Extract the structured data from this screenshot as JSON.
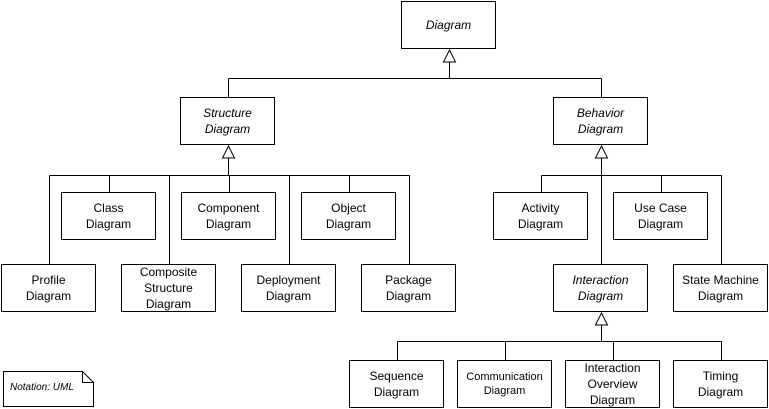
{
  "nodes": {
    "diagram": {
      "lines": [
        "Diagram"
      ],
      "abstract": true
    },
    "structure": {
      "lines": [
        "Structure",
        "Diagram"
      ],
      "abstract": true
    },
    "behavior": {
      "lines": [
        "Behavior",
        "Diagram"
      ],
      "abstract": true
    },
    "class": {
      "lines": [
        "Class",
        "Diagram"
      ],
      "abstract": false
    },
    "component": {
      "lines": [
        "Component",
        "Diagram"
      ],
      "abstract": false
    },
    "object": {
      "lines": [
        "Object",
        "Diagram"
      ],
      "abstract": false
    },
    "profile": {
      "lines": [
        "Profile",
        "Diagram"
      ],
      "abstract": false
    },
    "composite": {
      "lines": [
        "Composite",
        "Structure",
        "Diagram"
      ],
      "abstract": false
    },
    "deployment": {
      "lines": [
        "Deployment",
        "Diagram"
      ],
      "abstract": false
    },
    "package": {
      "lines": [
        "Package",
        "Diagram"
      ],
      "abstract": false
    },
    "activity": {
      "lines": [
        "Activity",
        "Diagram"
      ],
      "abstract": false
    },
    "usecase": {
      "lines": [
        "Use Case",
        "Diagram"
      ],
      "abstract": false
    },
    "interaction": {
      "lines": [
        "Interaction",
        "Diagram"
      ],
      "abstract": true
    },
    "statemachine": {
      "lines": [
        "State Machine",
        "Diagram"
      ],
      "abstract": false
    },
    "sequence": {
      "lines": [
        "Sequence",
        "Diagram"
      ],
      "abstract": false
    },
    "communication": {
      "lines": [
        "Communication",
        "Diagram"
      ],
      "abstract": false
    },
    "interactionoverview": {
      "lines": [
        "Interaction",
        "Overview",
        "Diagram"
      ],
      "abstract": false
    },
    "timing": {
      "lines": [
        "Timing",
        "Diagram"
      ],
      "abstract": false
    }
  },
  "generalizations": [
    {
      "parent": "diagram",
      "children": [
        "structure",
        "behavior"
      ]
    },
    {
      "parent": "structure",
      "children": [
        "class",
        "component",
        "object",
        "profile",
        "composite",
        "deployment",
        "package"
      ]
    },
    {
      "parent": "behavior",
      "children": [
        "activity",
        "usecase",
        "interaction",
        "statemachine"
      ]
    },
    {
      "parent": "interaction",
      "children": [
        "sequence",
        "communication",
        "interactionoverview",
        "timing"
      ]
    }
  ],
  "note": {
    "text": "Notation: UML"
  }
}
